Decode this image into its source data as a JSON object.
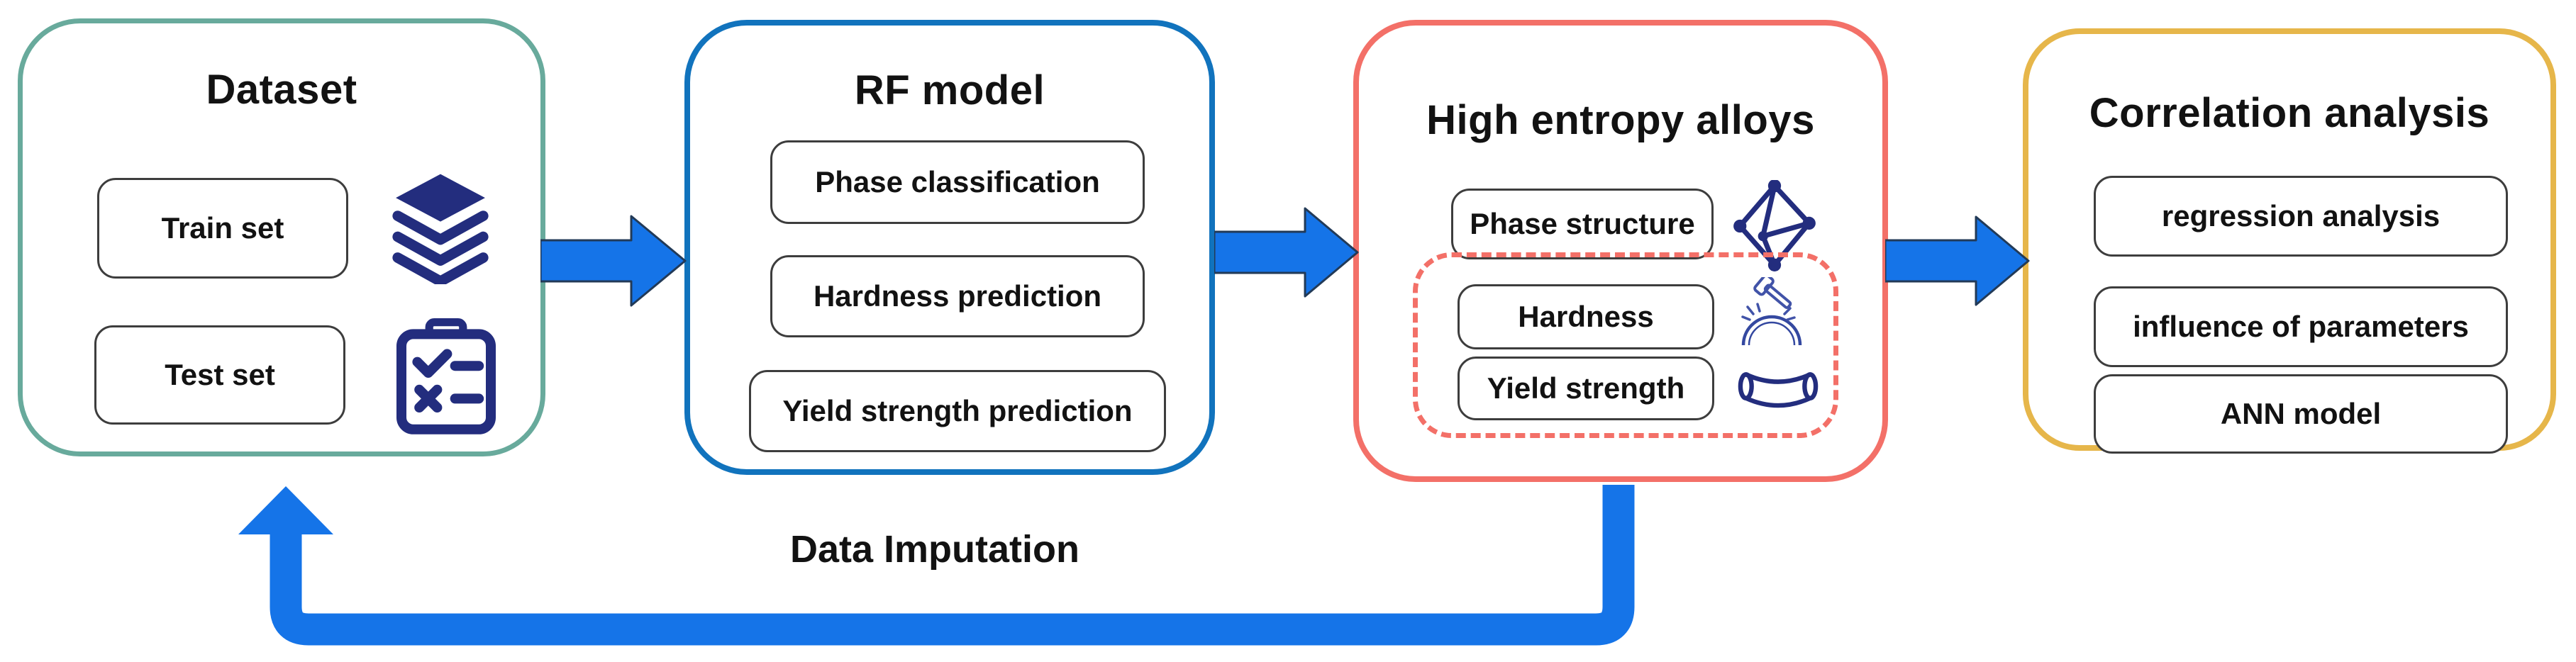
{
  "flow": {
    "dataset": {
      "title": "Dataset",
      "items": [
        {
          "label": "Train set",
          "icon": "layers-stack-icon"
        },
        {
          "label": "Test set",
          "icon": "checklist-icon"
        }
      ]
    },
    "rf_model": {
      "title": "RF model",
      "items": [
        {
          "label": "Phase classification"
        },
        {
          "label": "Hardness prediction"
        },
        {
          "label": "Yield strength prediction"
        }
      ]
    },
    "hea": {
      "title": "High entropy alloys",
      "phase_item": {
        "label": "Phase structure",
        "icon": "octahedron-lattice-icon"
      },
      "dashed_group": {
        "items": [
          {
            "label": "Hardness",
            "icon": "hammer-impact-icon"
          },
          {
            "label": "Yield strength",
            "icon": "bent-bar-icon"
          }
        ]
      }
    },
    "correlation": {
      "title": "Correlation analysis",
      "items": [
        {
          "label": "regression analysis"
        },
        {
          "label": "influence of parameters"
        },
        {
          "label": "ANN model"
        }
      ]
    },
    "feedback_label": "Data Imputation"
  },
  "colors": {
    "dataset_border": "#68aa9c",
    "rf_border": "#1173bd",
    "hea_border": "#f37068",
    "correlation_border": "#e6b64a",
    "arrow_blue": "#1574e8",
    "icon_navy": "#232d7e",
    "icon_slate": "#4153a8",
    "pill_border": "#3d3d3d",
    "text": "#121212"
  }
}
